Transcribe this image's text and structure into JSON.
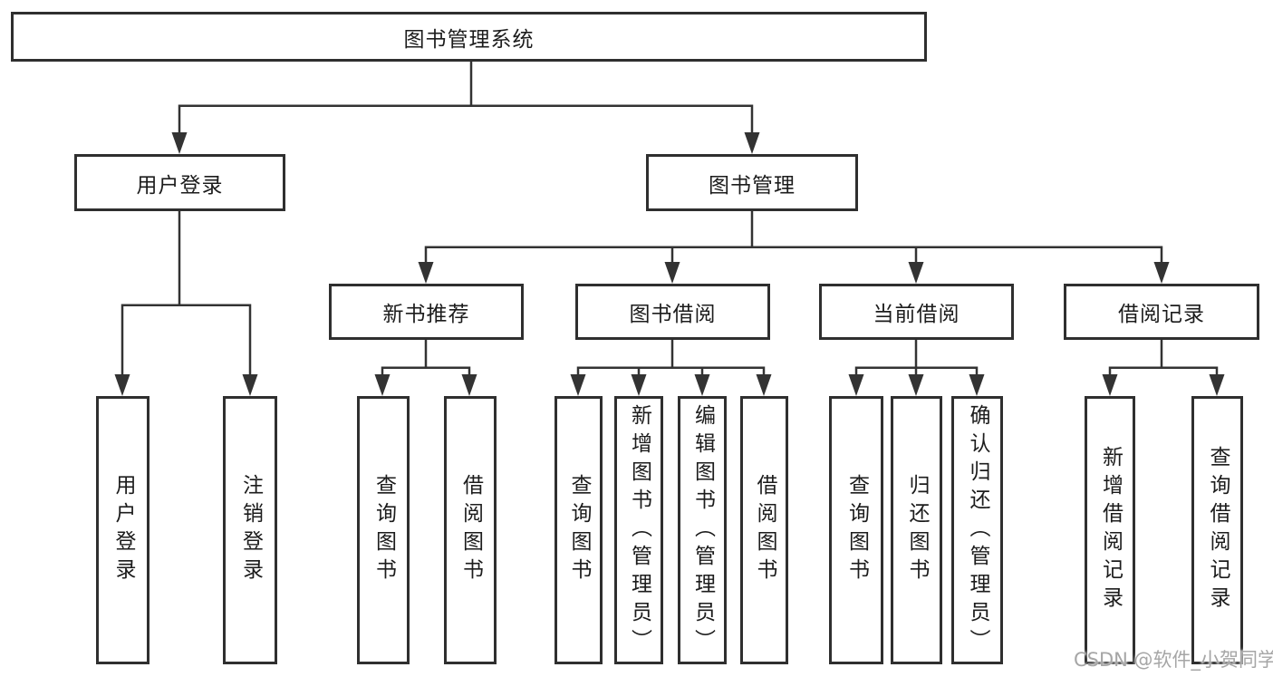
{
  "diagram": {
    "root": {
      "label": "图书管理系统"
    },
    "level2": [
      {
        "id": "user-login",
        "label": "用户登录"
      },
      {
        "id": "book-management",
        "label": "图书管理"
      }
    ],
    "level3": [
      {
        "id": "new-book-recommend",
        "label": "新书推荐"
      },
      {
        "id": "book-borrowing",
        "label": "图书借阅"
      },
      {
        "id": "current-borrowing",
        "label": "当前借阅"
      },
      {
        "id": "borrowing-records",
        "label": "借阅记录"
      }
    ],
    "leaves": [
      {
        "parent": "user-login",
        "label": "用户登录"
      },
      {
        "parent": "user-login",
        "label": "注销登录"
      },
      {
        "parent": "new-book-recommend",
        "label": "查询图书"
      },
      {
        "parent": "new-book-recommend",
        "label": "借阅图书"
      },
      {
        "parent": "book-borrowing",
        "label": "查询图书"
      },
      {
        "parent": "book-borrowing",
        "label": "新增图书（管理员）"
      },
      {
        "parent": "book-borrowing",
        "label": "编辑图书（管理员）"
      },
      {
        "parent": "book-borrowing",
        "label": "借阅图书"
      },
      {
        "parent": "current-borrowing",
        "label": "查询图书"
      },
      {
        "parent": "current-borrowing",
        "label": "归还图书"
      },
      {
        "parent": "current-borrowing",
        "label": "确认归还（管理员）"
      },
      {
        "parent": "borrowing-records",
        "label": "新增借阅记录"
      },
      {
        "parent": "borrowing-records",
        "label": "查询借阅记录"
      }
    ]
  },
  "watermark": {
    "text": "CSDN @软件_小贺同学"
  },
  "colors": {
    "line": "#333333",
    "box_border": "#2f2f2f",
    "text": "#1c1c1c",
    "watermark": "#a6a6a6",
    "background": "#ffffff"
  }
}
